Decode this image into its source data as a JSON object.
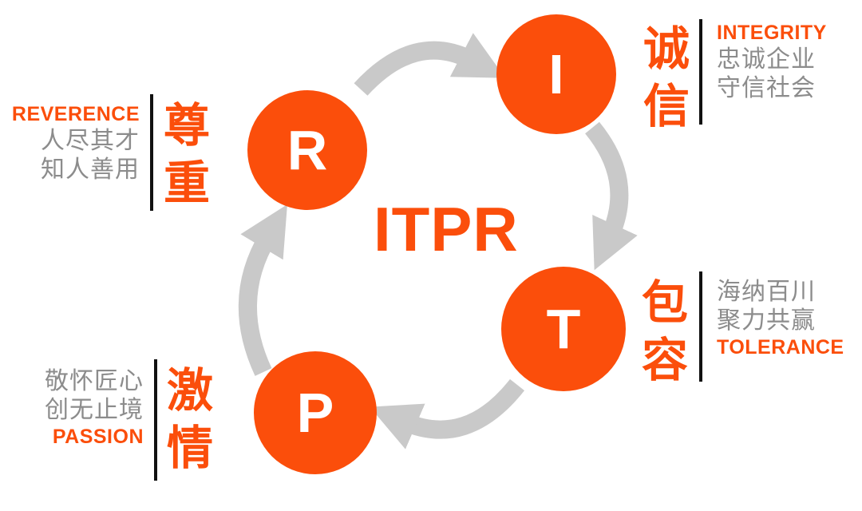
{
  "center_title": "ITPR",
  "colors": {
    "accent": "#FB4E0B",
    "desc_gray": "#8C8C8C",
    "arrow_gray": "#C9C9C9",
    "divider_black": "#111111"
  },
  "nodes": {
    "integrity": {
      "letter": "I",
      "cn": "诚信",
      "en": "INTEGRITY",
      "lines": [
        "忠诚企业",
        "守信社会"
      ]
    },
    "tolerance": {
      "letter": "T",
      "cn": "包容",
      "en": "TOLERANCE",
      "lines": [
        "海纳百川",
        "聚力共赢"
      ]
    },
    "passion": {
      "letter": "P",
      "cn": "激情",
      "en": "PASSION",
      "lines": [
        "敬怀匠心",
        "创无止境"
      ]
    },
    "reverence": {
      "letter": "R",
      "cn": "尊重",
      "en": "REVERENCE",
      "lines": [
        "人尽其才",
        "知人善用"
      ]
    }
  }
}
